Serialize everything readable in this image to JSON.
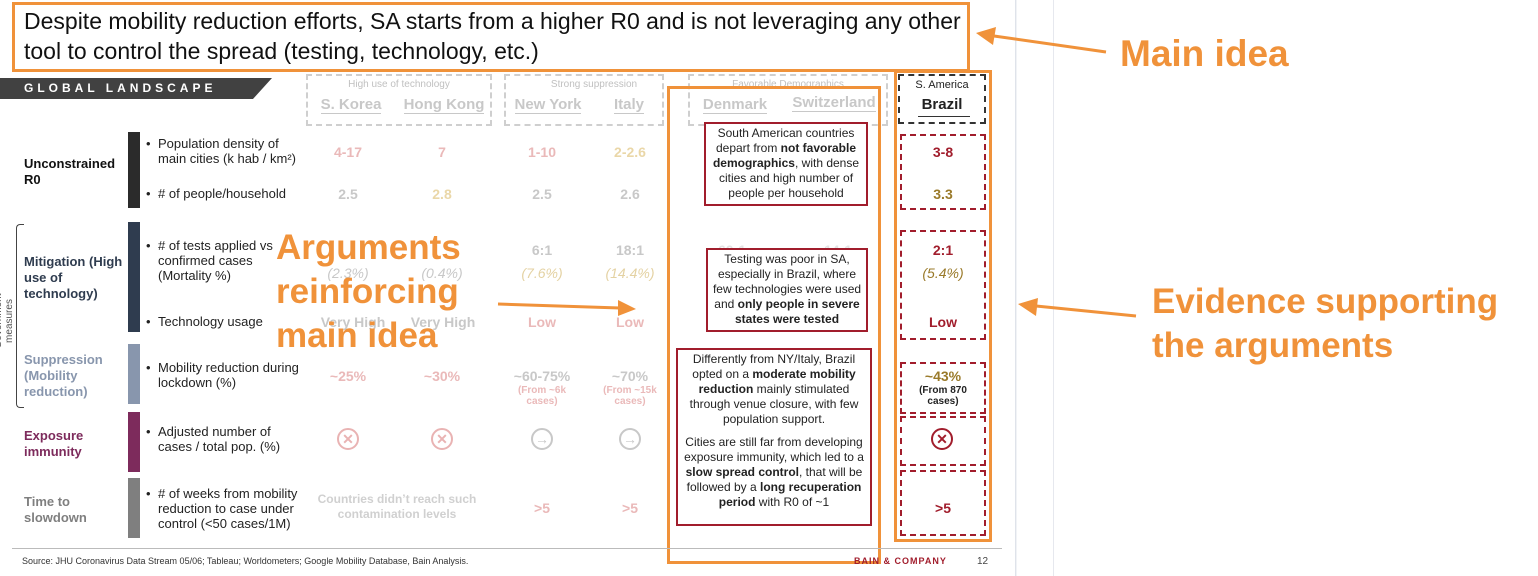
{
  "title": "Despite mobility reduction efforts, SA starts from a higher R0 and is not leveraging any other tool to control the spread (testing, technology, etc.)",
  "banner": "GLOBAL LANDSCAPE",
  "groups": [
    {
      "label": "High use of technology",
      "countries": [
        "S. Korea",
        "Hong Kong"
      ]
    },
    {
      "label": "Strong suppression",
      "countries": [
        "New York",
        "Italy"
      ]
    },
    {
      "label": "Favorable Demographics",
      "countries": [
        "Denmark",
        "Switzerland"
      ]
    }
  ],
  "sa_group_label": "S. America",
  "sa_country": "Brazil",
  "gov_measures": "Government measures",
  "rows": {
    "r0": {
      "label": "Unconstrained R0",
      "bullets": [
        "Population density of main cities (k hab / km²)",
        "# of people/household"
      ],
      "density": [
        "4-17",
        "7",
        "1-10",
        "2-2.6"
      ],
      "household": [
        "2.5",
        "2.8",
        "2.5",
        "2.6"
      ],
      "brazil_density": "3-8",
      "brazil_household": "3.3"
    },
    "mitigation": {
      "label": "Mitigation (High use of technology)",
      "bullets": [
        "# of tests applied vs confirmed cases (Mortality %)",
        "Technology usage"
      ],
      "tests": [
        "6:1",
        "18:1"
      ],
      "tests_partial": [
        "60:1",
        "14:1"
      ],
      "mortality": [
        "(2.3%)",
        "(0.4%)",
        "(7.6%)",
        "(14.4%)"
      ],
      "tech": [
        "Very High",
        "Very High",
        "Low",
        "Low"
      ],
      "brazil_tests": "2:1",
      "brazil_mortality": "(5.4%)",
      "brazil_tech": "Low"
    },
    "suppression": {
      "label": "Suppression (Mobility reduction)",
      "bullet": "Mobility reduction during lockdown (%)",
      "values": [
        "~25%",
        "~30%",
        "~60-75%",
        "~70%"
      ],
      "subs": [
        "(From ~6k cases)",
        "(From ~15k cases)"
      ],
      "brazil_value": "~43%",
      "brazil_sub": "(From 870 cases)"
    },
    "exposure": {
      "label": "Exposure immunity",
      "bullet": "Adjusted number of cases / total pop. (%)"
    },
    "slowdown": {
      "label": "Time to slowdown",
      "bullet": "# of weeks from mobility reduction to case under control (<50 cases/1M)",
      "note": "Countries didn’t reach such contamination levels",
      "values": [
        ">5",
        ">5"
      ],
      "brazil_value": ">5"
    }
  },
  "callouts": {
    "c1": {
      "pre": "South American countries depart from ",
      "bold": "not favorable demographics",
      "post": ", with dense cities and high number of people per household"
    },
    "c2": {
      "pre": "Testing was poor in SA, especially in Brazil, where few technologies were used and ",
      "bold": "only people in severe states were tested",
      "post": ""
    },
    "c3a": {
      "pre": "Differently from NY/Italy, Brazil opted on a ",
      "bold": "moderate mobility reduction",
      "post": " mainly stimulated through venue closure, with few population support."
    },
    "c3b": {
      "pre": "Cities are still far from developing exposure immunity, which led to a ",
      "bold1": "slow spread control",
      "mid": ", that will be followed by a ",
      "bold2": "long recuperation period",
      "post": " with R0 of ~1"
    }
  },
  "annotations": {
    "main_idea": "Main idea",
    "arguments": "Arguments reinforcing main idea",
    "evidence": "Evidence supporting the arguments"
  },
  "footer": {
    "source": "Source: JHU Coronavirus Data Stream 05/06; Tableau; Worldometers; Google Mobility Database, Bain Analysis.",
    "brand": "BAIN & COMPANY",
    "page": "12"
  },
  "colors": {
    "accent_orange": "#f0923a",
    "bain_red": "#a11d2c",
    "r0_bar": "#2b2b2b",
    "mitigation_bar": "#2f3c4f",
    "suppression_bar": "#8896ad",
    "exposure_bar": "#7d2b5c",
    "slowdown_bar": "#7f7f7f"
  }
}
